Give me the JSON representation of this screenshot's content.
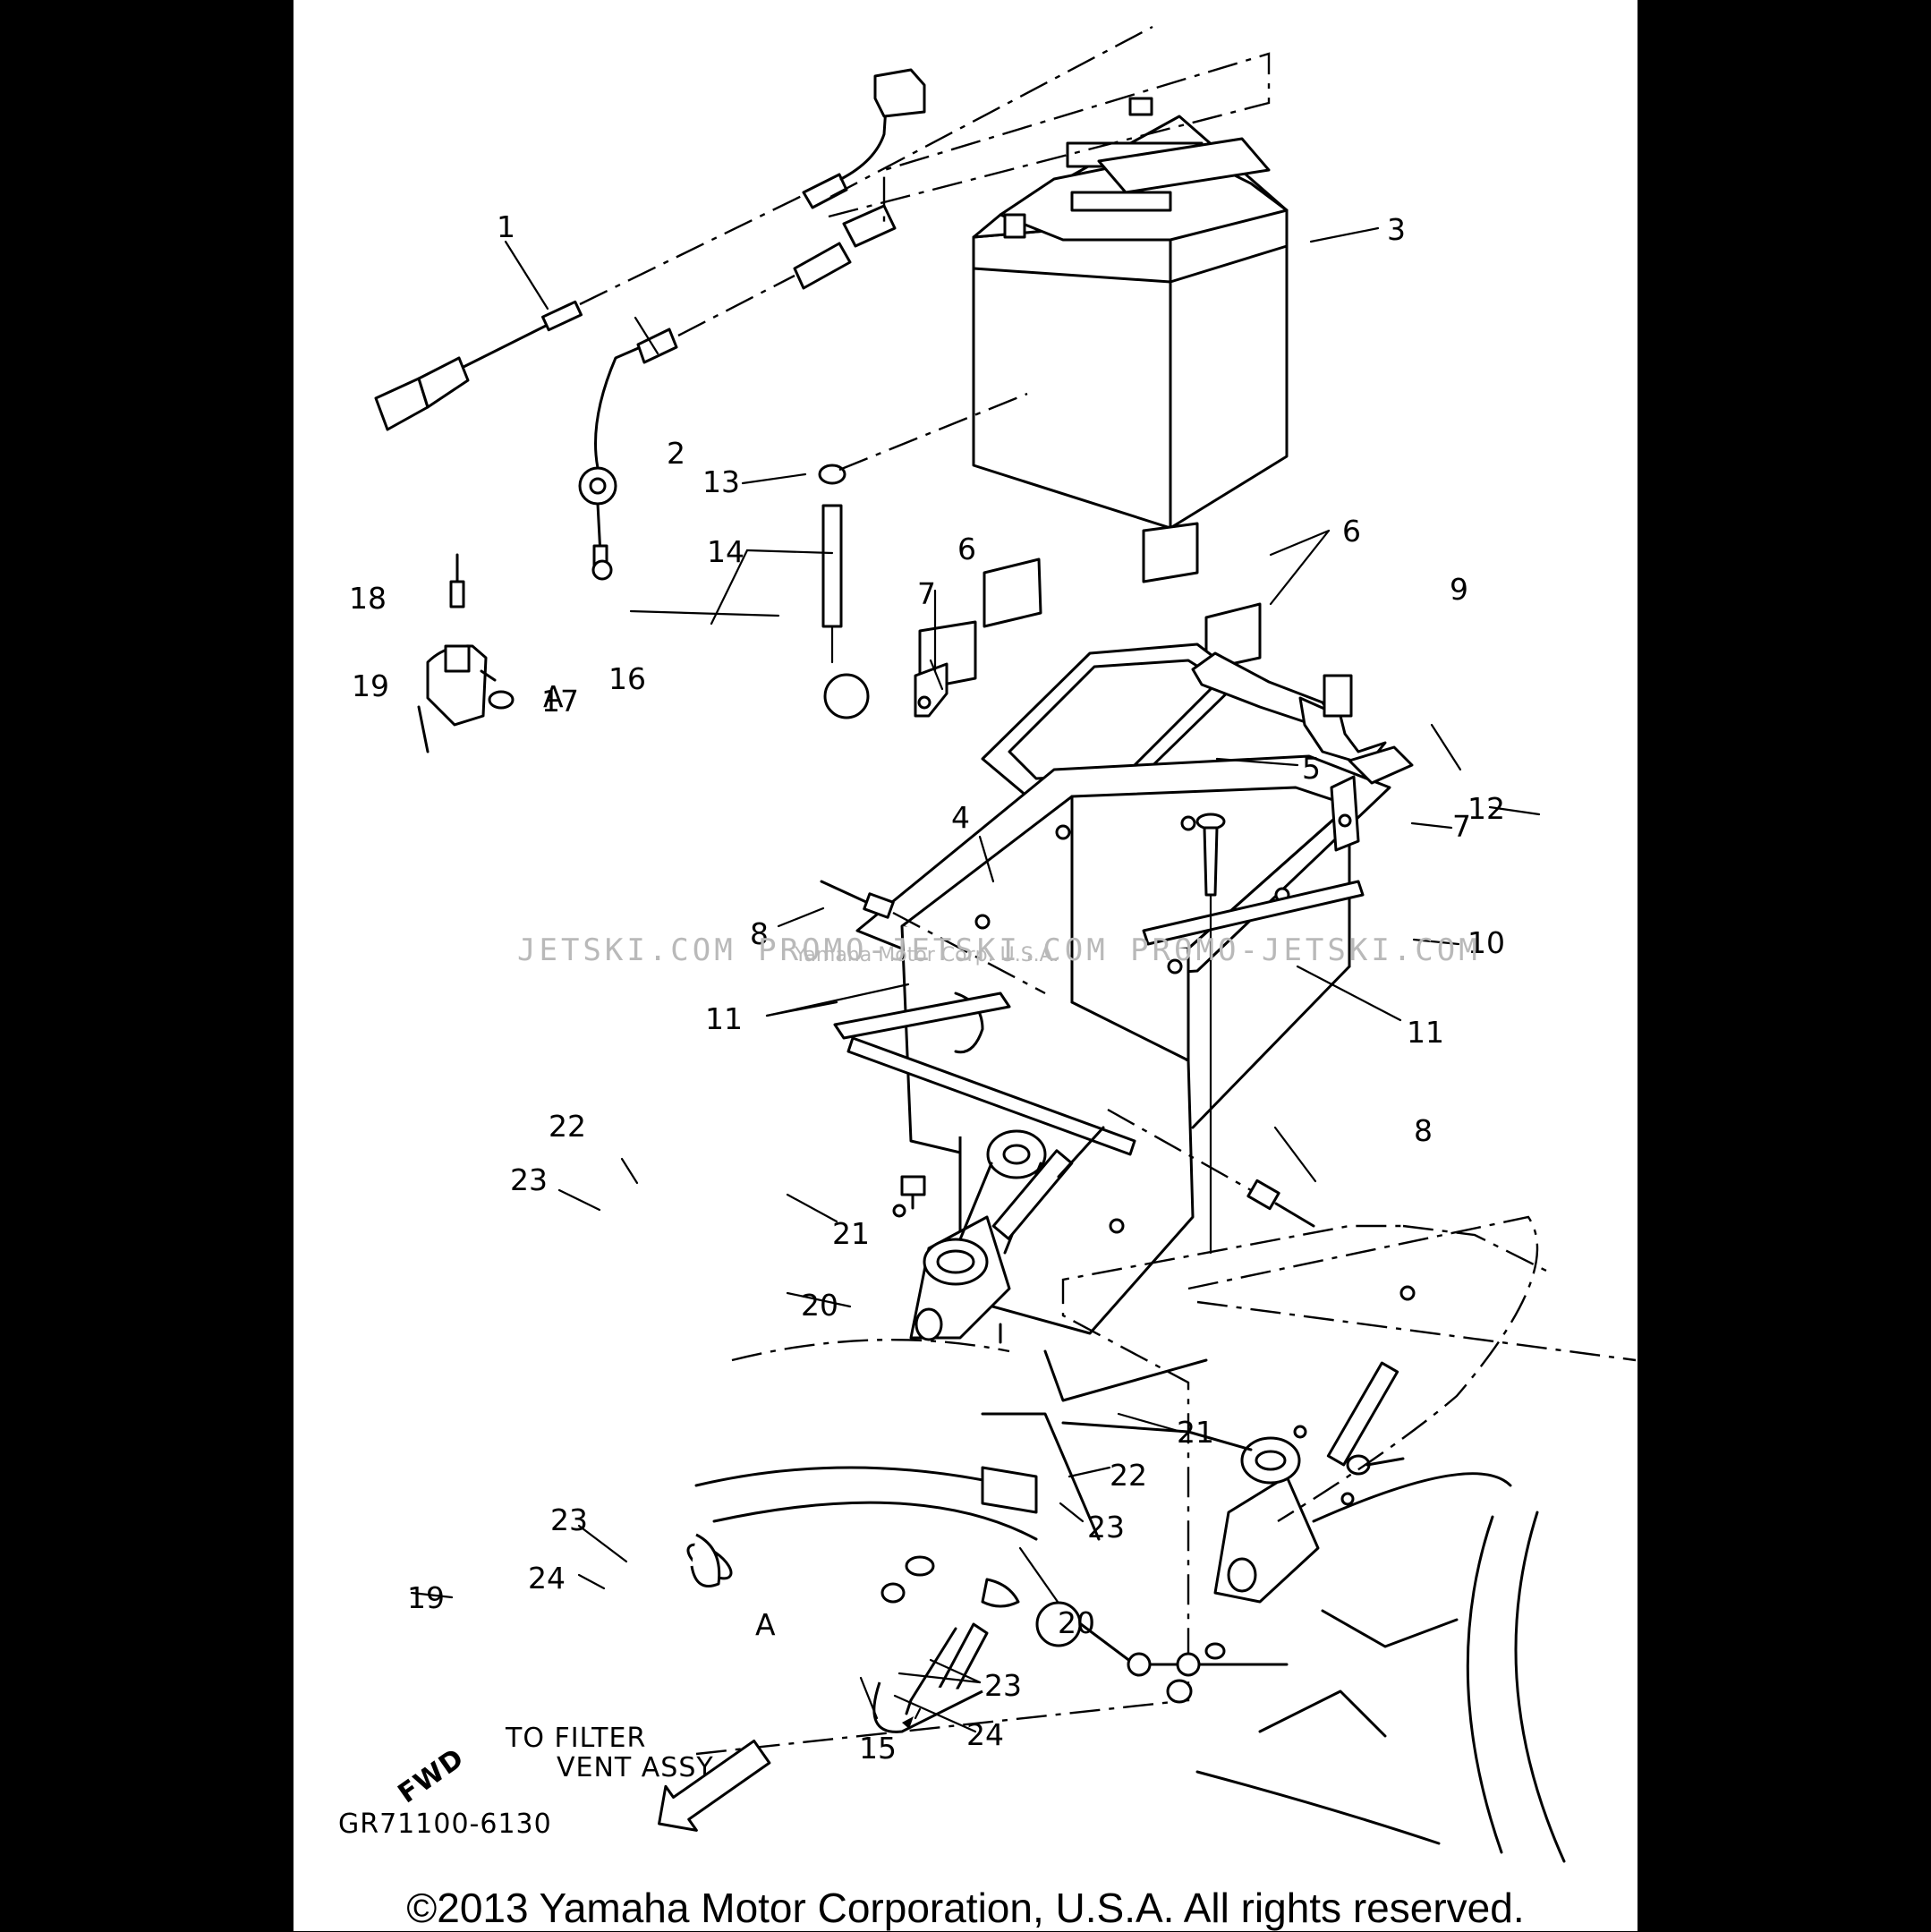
{
  "diagram": {
    "callouts": [
      "1",
      "2",
      "3",
      "13",
      "14",
      "6",
      "6",
      "7",
      "9",
      "18",
      "16",
      "19",
      "17",
      "5",
      "12",
      "7",
      "4",
      "8",
      "10",
      "11",
      "11",
      "22",
      "23",
      "21",
      "20",
      "8",
      "21",
      "22",
      "23",
      "23",
      "24",
      "19",
      "20",
      "23",
      "15",
      "24",
      "A",
      "A"
    ],
    "note_line1": "TO FILTER",
    "note_line2": "VENT ASSY",
    "fwd_label": "FWD",
    "drawing_code": "GR71100-6130"
  },
  "watermark": {
    "text": "JETSKI.COM   PROMO-JETSKI.COM   PROMO-JETSKI.COM",
    "sub": "Yamaha Motor Corp. U.S.A."
  },
  "copyright": "©2013 Yamaha Motor Corporation, U.S.A. All rights reserved."
}
